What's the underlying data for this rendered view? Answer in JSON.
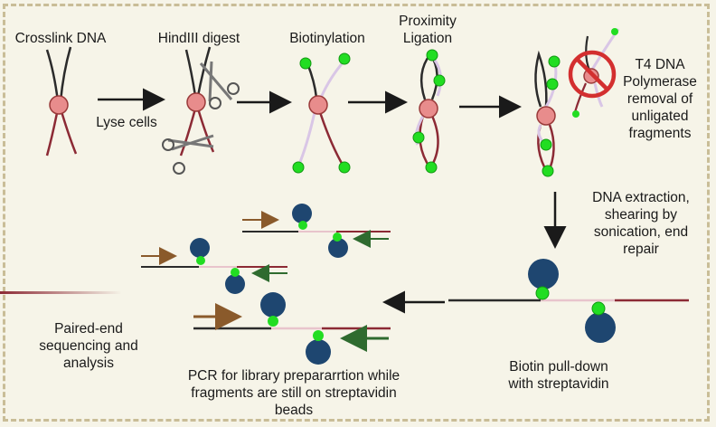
{
  "labels": {
    "crosslink": "Crosslink DNA",
    "lyse": "Lyse cells",
    "hindiii": "HindIII digest",
    "biotinylation": "Biotinylation",
    "proximity": "Proximity\nLigation",
    "t4": "T4 DNA\nPolymerase\nremoval of\nunligated\nfragments",
    "extraction": "DNA extraction,\nshearing by\nsonication, end\nrepair",
    "pulldown": "Biotin pull-down\nwith streptavidin",
    "pcr": "PCR for library prepararrtion while\nfragments are still on streptavidin\nbeads",
    "sequencing": "Paired-end\nsequencing and\nanalysis"
  },
  "colors": {
    "background": "#f6f4e8",
    "frame": "#c9bd97",
    "dna_dark": "#2b2b2b",
    "dna_red": "#8c2a35",
    "dna_pink": "#e8c4cc",
    "lilac": "#d9c6e6",
    "nucleus": "#e88c8c",
    "biotin": "#22dd22",
    "bead": "#1e4670",
    "primer_brown": "#8a5a2b",
    "primer_green": "#2f6b2f",
    "prohibit": "#d32f2f"
  }
}
